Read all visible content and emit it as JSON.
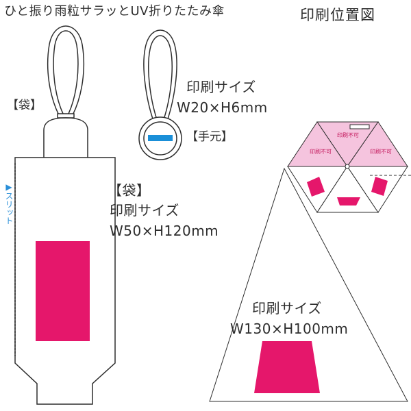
{
  "header": {
    "product_title": "ひと振り雨粒サラッとUV折りたたみ傘",
    "figure_title": "印刷位置図"
  },
  "bag": {
    "name_label": "【袋】",
    "slit_label": "▶スリット",
    "spec_name": "【袋】",
    "spec_title": "印刷サイズ",
    "spec_size": "W50×H120mm"
  },
  "handle": {
    "name_label": "【手元】",
    "spec_title": "印刷サイズ",
    "spec_size": "W20×H6mm"
  },
  "canopy": {
    "no_print_label": "印刷不可",
    "spec_title": "印刷サイズ",
    "spec_size": "W130×H100mm"
  },
  "colors": {
    "print_area": "#e5176b",
    "handle_print_area": "#1a8fd8",
    "no_print_panel": "#f5c4de",
    "slit_text": "#2a8fd8",
    "outline": "#2d2d2d"
  }
}
